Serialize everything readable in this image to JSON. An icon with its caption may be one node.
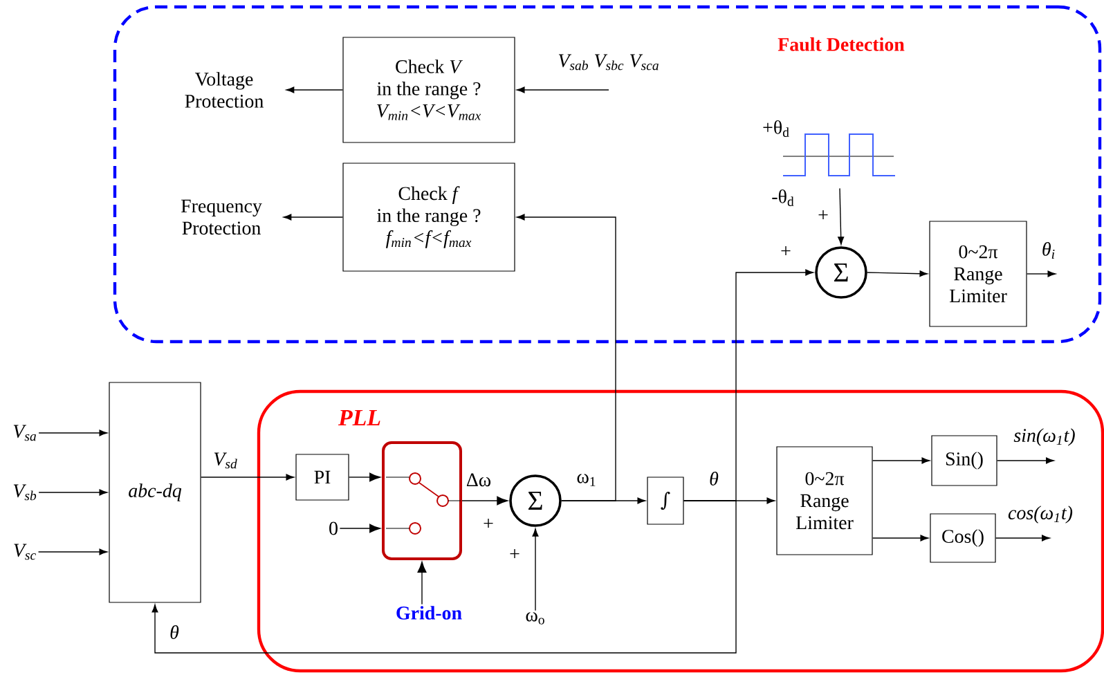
{
  "diagram": {
    "nodes": [
      {
        "text": [
          "Fault Detection"
        ]
      },
      {
        "text": [
          "Check *V*",
          "in the range ?",
          "V$_{min}$<V<V$_{max}$"
        ],
        "in": 0
      },
      {
        "text": [
          "Voltage Protection"
        ],
        "in": 0
      },
      {
        "text": [
          "Check *f*",
          "in the range ?",
          "f$_{min}$<f<f$_{max}$"
        ],
        "in": 0
      },
      {
        "text": [
          "Frequency Protection"
        ],
        "in": 0
      },
      {
        "text": [
          "V$_{sab}$ V$_{sbc}$ V$_{sca}$"
        ],
        "in": 0
      },
      {
        "text": [],
        "shape": "picture",
        "beside": [
          "+θ$_{d}$",
          "-θ$_{d}$"
        ],
        "in": 0
      },
      {
        "text": [
          "Σ"
        ],
        "in": 0
      },
      {
        "text": [
          "0~2π Range Limiter"
        ],
        "in": 0
      },
      {
        "text": [
          "θ$_{i}$"
        ],
        "in": 0
      },
      {
        "text": [
          "abc-dq"
        ]
      },
      {
        "text": [
          "V$_{sa}$"
        ]
      },
      {
        "text": [
          "V$_{sb}$"
        ]
      },
      {
        "text": [
          "V$_{sc}$"
        ]
      },
      {
        "text": [
          "PLL"
        ]
      },
      {
        "text": [
          "PI"
        ],
        "in": 14
      },
      {
        "text": [],
        "shape": "box",
        "in": 14
      },
      {
        "text": [
          "Grid-on"
        ],
        "in": 14
      },
      {
        "text": [
          "0"
        ],
        "in": 14
      },
      {
        "text": [
          "Σ"
        ],
        "in": 14
      },
      {
        "text": [
          "ω$_{o}$"
        ],
        "in": 14
      },
      {
        "text": [
          "∫"
        ],
        "in": 14
      },
      {
        "text": [
          "0~2π Range Limiter"
        ],
        "in": 14
      },
      {
        "text": [
          "Sin()"
        ],
        "in": 14
      },
      {
        "text": [
          "Cos()"
        ],
        "in": 14
      },
      {
        "text": [
          "sin(ω$_{1}$t)"
        ],
        "in": 14
      },
      {
        "text": [
          "cos(ω$_{1}$t)"
        ],
        "in": 14
      }
    ],
    "edges": [
      {
        "from": 5,
        "to": 1,
        "arrow": "to"
      },
      {
        "from": 1,
        "to": 2,
        "arrow": "to"
      },
      {
        "from": 3,
        "to": 4,
        "arrow": "to"
      },
      {
        "from": 19,
        "to": 3,
        "arrow": "to"
      },
      {
        "from": 19,
        "to": 21,
        "arrow": "to",
        "label": "ω$_{1}$"
      },
      {
        "from": 21,
        "to": 22,
        "arrow": "to",
        "label": "θ"
      },
      {
        "from": 21,
        "to": 7,
        "arrow": "to"
      },
      {
        "from": 6,
        "to": 7,
        "arrow": "to"
      },
      {
        "from": 7,
        "to": 8,
        "arrow": "to"
      },
      {
        "from": 8,
        "to": 9,
        "arrow": "to"
      },
      {
        "from": 21,
        "to": 10,
        "arrow": "to",
        "label": "θ"
      },
      {
        "from": 11,
        "to": 10,
        "arrow": "to"
      },
      {
        "from": 12,
        "to": 10,
        "arrow": "to"
      },
      {
        "from": 13,
        "to": 10,
        "arrow": "to"
      },
      {
        "from": 10,
        "to": 15,
        "arrow": "to",
        "label": "V$_{sd}$"
      },
      {
        "from": 15,
        "to": 16,
        "arrow": "to"
      },
      {
        "from": 18,
        "to": 16,
        "arrow": "to"
      },
      {
        "from": 17,
        "to": 16,
        "arrow": "to"
      },
      {
        "from": 16,
        "to": 19,
        "arrow": "to",
        "label": "Δω"
      },
      {
        "from": 20,
        "to": 19,
        "arrow": "to"
      },
      {
        "from": 22,
        "to": 23,
        "arrow": "to"
      },
      {
        "from": 22,
        "to": 24,
        "arrow": "to"
      },
      {
        "from": 23,
        "to": 25,
        "arrow": "to"
      },
      {
        "from": 24,
        "to": 26,
        "arrow": "to"
      }
    ],
    "labels": [
      "+",
      "+",
      "+",
      "+"
    ]
  }
}
